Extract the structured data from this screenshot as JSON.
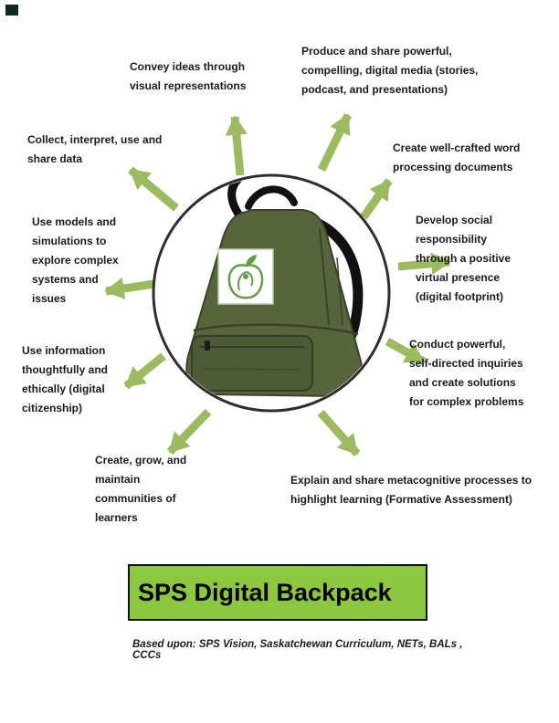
{
  "page": {
    "banner_title": "SPS Digital Backpack",
    "caption": "Based upon: SPS Vision, Saskatchewan Curriculum, NETs, BALs , CCCs"
  },
  "colors": {
    "arrow_green": "#9cbb5f",
    "banner_green": "#8dc63f",
    "backpack_olive": "#57643c",
    "backpack_shadow": "#4e5a35",
    "logo_green": "#5f9e43"
  },
  "labels": [
    {
      "name": "convey-ideas",
      "text": "Convey ideas through visual representations"
    },
    {
      "name": "produce-share-media",
      "text": "Produce and share powerful, compelling, digital media (stories, podcast, and presentations)"
    },
    {
      "name": "collect-data",
      "text": "Collect, interpret, use and share data"
    },
    {
      "name": "word-processing",
      "text": "Create well-crafted word processing documents"
    },
    {
      "name": "models-simulations",
      "text": "Use models and simulations to explore complex systems and issues"
    },
    {
      "name": "social-responsibility",
      "text": "Develop social responsibility through a positive virtual presence (digital footprint)"
    },
    {
      "name": "information-ethics",
      "text": "Use information thoughtfully and ethically (digital citizenship)"
    },
    {
      "name": "self-directed-inquiries",
      "text": "Conduct powerful, self-directed inquiries and create solutions for complex problems"
    },
    {
      "name": "communities-of-learners",
      "text": "Create, grow, and maintain communities of learners"
    },
    {
      "name": "metacognitive-processes",
      "text": "Explain and share metacognitive processes to highlight learning (Formative Assessment)"
    }
  ]
}
